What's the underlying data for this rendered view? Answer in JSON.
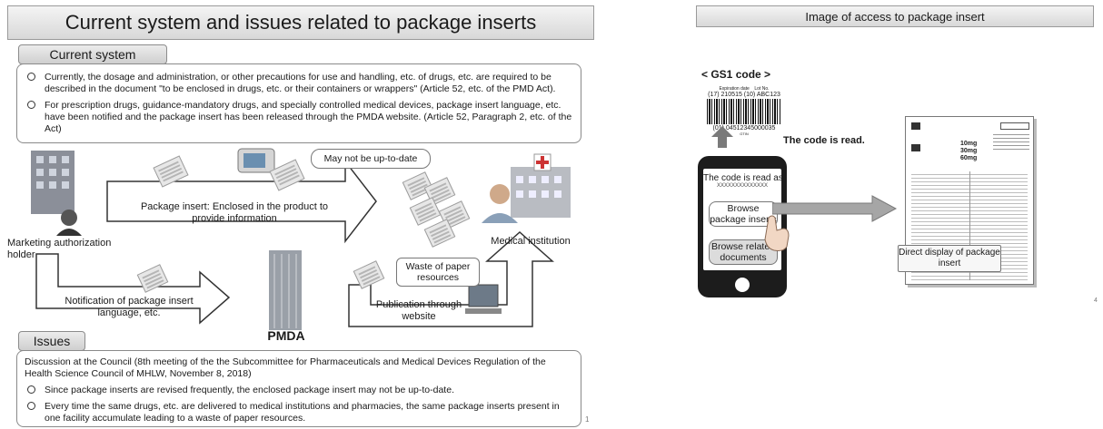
{
  "left_slide": {
    "title": "Current system and issues related to package inserts",
    "current_system_tag": "Current system",
    "bullets": [
      "Currently, the dosage and administration, or other precautions for use and handling, etc. of drugs, etc. are required to be described in the document \"to be enclosed in drugs, etc. or their containers or wrappers\" (Article 52, etc. of the PMD Act).",
      "For prescription drugs, guidance-mandatory drugs, and specially controlled medical devices, package insert language, etc. have been notified and the package insert has been released through the PMDA website. (Article 52, Paragraph 2, etc. of the Act)"
    ],
    "diagram": {
      "callout_not_up_to_date": "May not be up-to-date",
      "arrow_package_insert": "Package insert: Enclosed in the product to provide information",
      "marketing_holder": "Marketing authorization holder",
      "medical_institution": "Medical institution",
      "waste_callout": "Waste of paper resources",
      "arrow_notification": "Notification of package insert language, etc.",
      "pmda": "PMDA",
      "arrow_publication": "Publication through website"
    },
    "issues_tag": "Issues",
    "issues_intro": "Discussion at the Council (8th meeting of the the Subcommittee for Pharmaceuticals and Medical Devices Regulation of the Health Science Council of MHLW, November 8, 2018)",
    "issues_bullets": [
      "Since package inserts are revised frequently, the enclosed package insert may not be up-to-date.",
      "Every time the same drugs, etc. are delivered to medical institutions and pharmacies, the same package inserts present in one facility accumulate leading to a waste of paper resources."
    ],
    "page_number": "1"
  },
  "right_slide": {
    "title": "Image of access to package insert",
    "gs1_title": "< GS1 code >",
    "barcode_header": "Expiration date    Lot No.",
    "barcode_top": "(17) 210515 (10) ABC123",
    "barcode_bottom": "(01) 04512345000035",
    "barcode_gtin": "GTIN",
    "code_read": "The code is read.",
    "phone_read_as": "The code is read as",
    "phone_code": "XXXXXXXXXXXXXX",
    "btn_browse_inserts": "Browse package inserts",
    "btn_browse_docs": "Browse related documents",
    "direct_display": "Direct display of package insert",
    "doc_dose_1": "10mg",
    "doc_dose_2": "30mg",
    "doc_dose_3": "60mg",
    "page_number": "4"
  }
}
